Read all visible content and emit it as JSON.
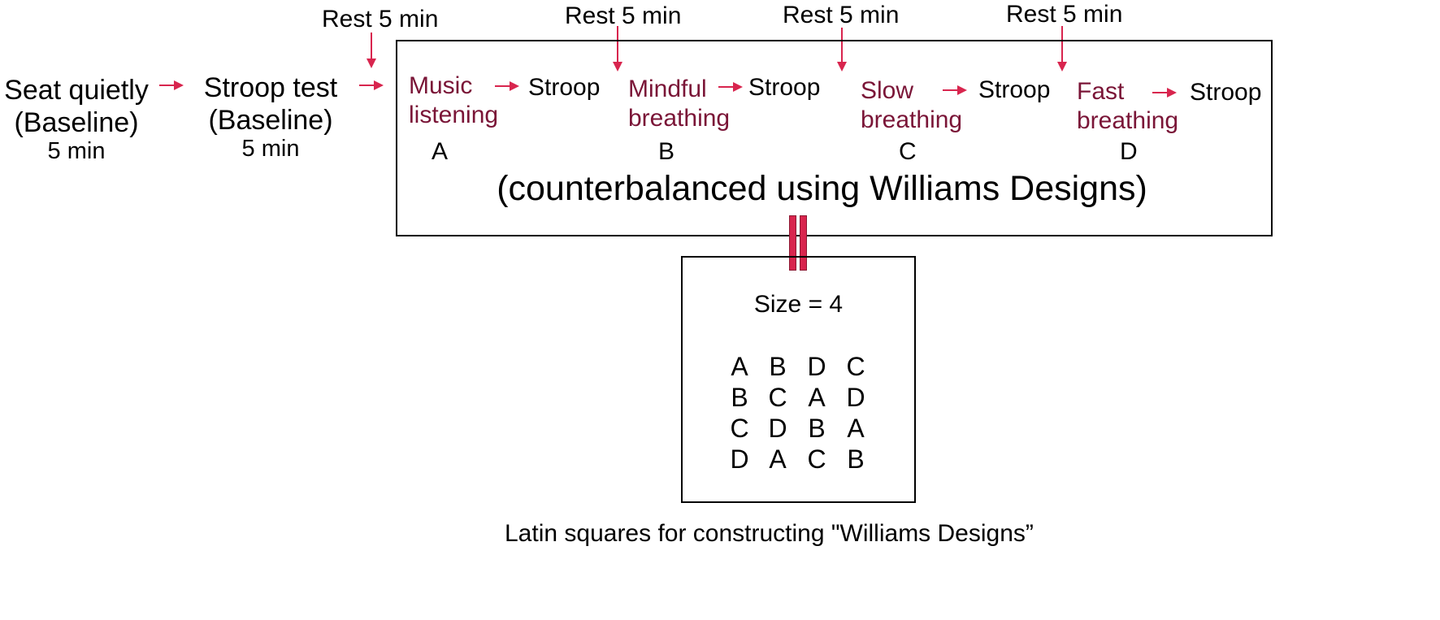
{
  "baseline": {
    "seat": {
      "line1": "Seat quietly",
      "line2": "(Baseline)",
      "line3": "5 min"
    },
    "stroop": {
      "line1": "Stroop test",
      "line2": "(Baseline)",
      "line3": "5 min"
    }
  },
  "rest_label": "Rest 5 min",
  "conditions": [
    {
      "line1": "Music",
      "line2": "listening",
      "letter": "A"
    },
    {
      "line1": "Mindful",
      "line2": "breathing",
      "letter": "B"
    },
    {
      "line1": "Slow",
      "line2": "breathing",
      "letter": "C"
    },
    {
      "line1": "Fast",
      "line2": "breathing",
      "letter": "D"
    }
  ],
  "stroop_label": "Stroop",
  "counterbalance_label": "(counterbalanced using Williams Designs)",
  "latin_square": {
    "size_label": "Size = 4",
    "rows": [
      [
        "A",
        "B",
        "D",
        "C"
      ],
      [
        "B",
        "C",
        "A",
        "D"
      ],
      [
        "C",
        "D",
        "B",
        "A"
      ],
      [
        "D",
        "A",
        "C",
        "B"
      ]
    ],
    "caption": "Latin squares for constructing \"Williams Designs”"
  },
  "colors": {
    "arrow": "#d8254e",
    "condition_text": "#7a1537",
    "text": "#000000"
  }
}
